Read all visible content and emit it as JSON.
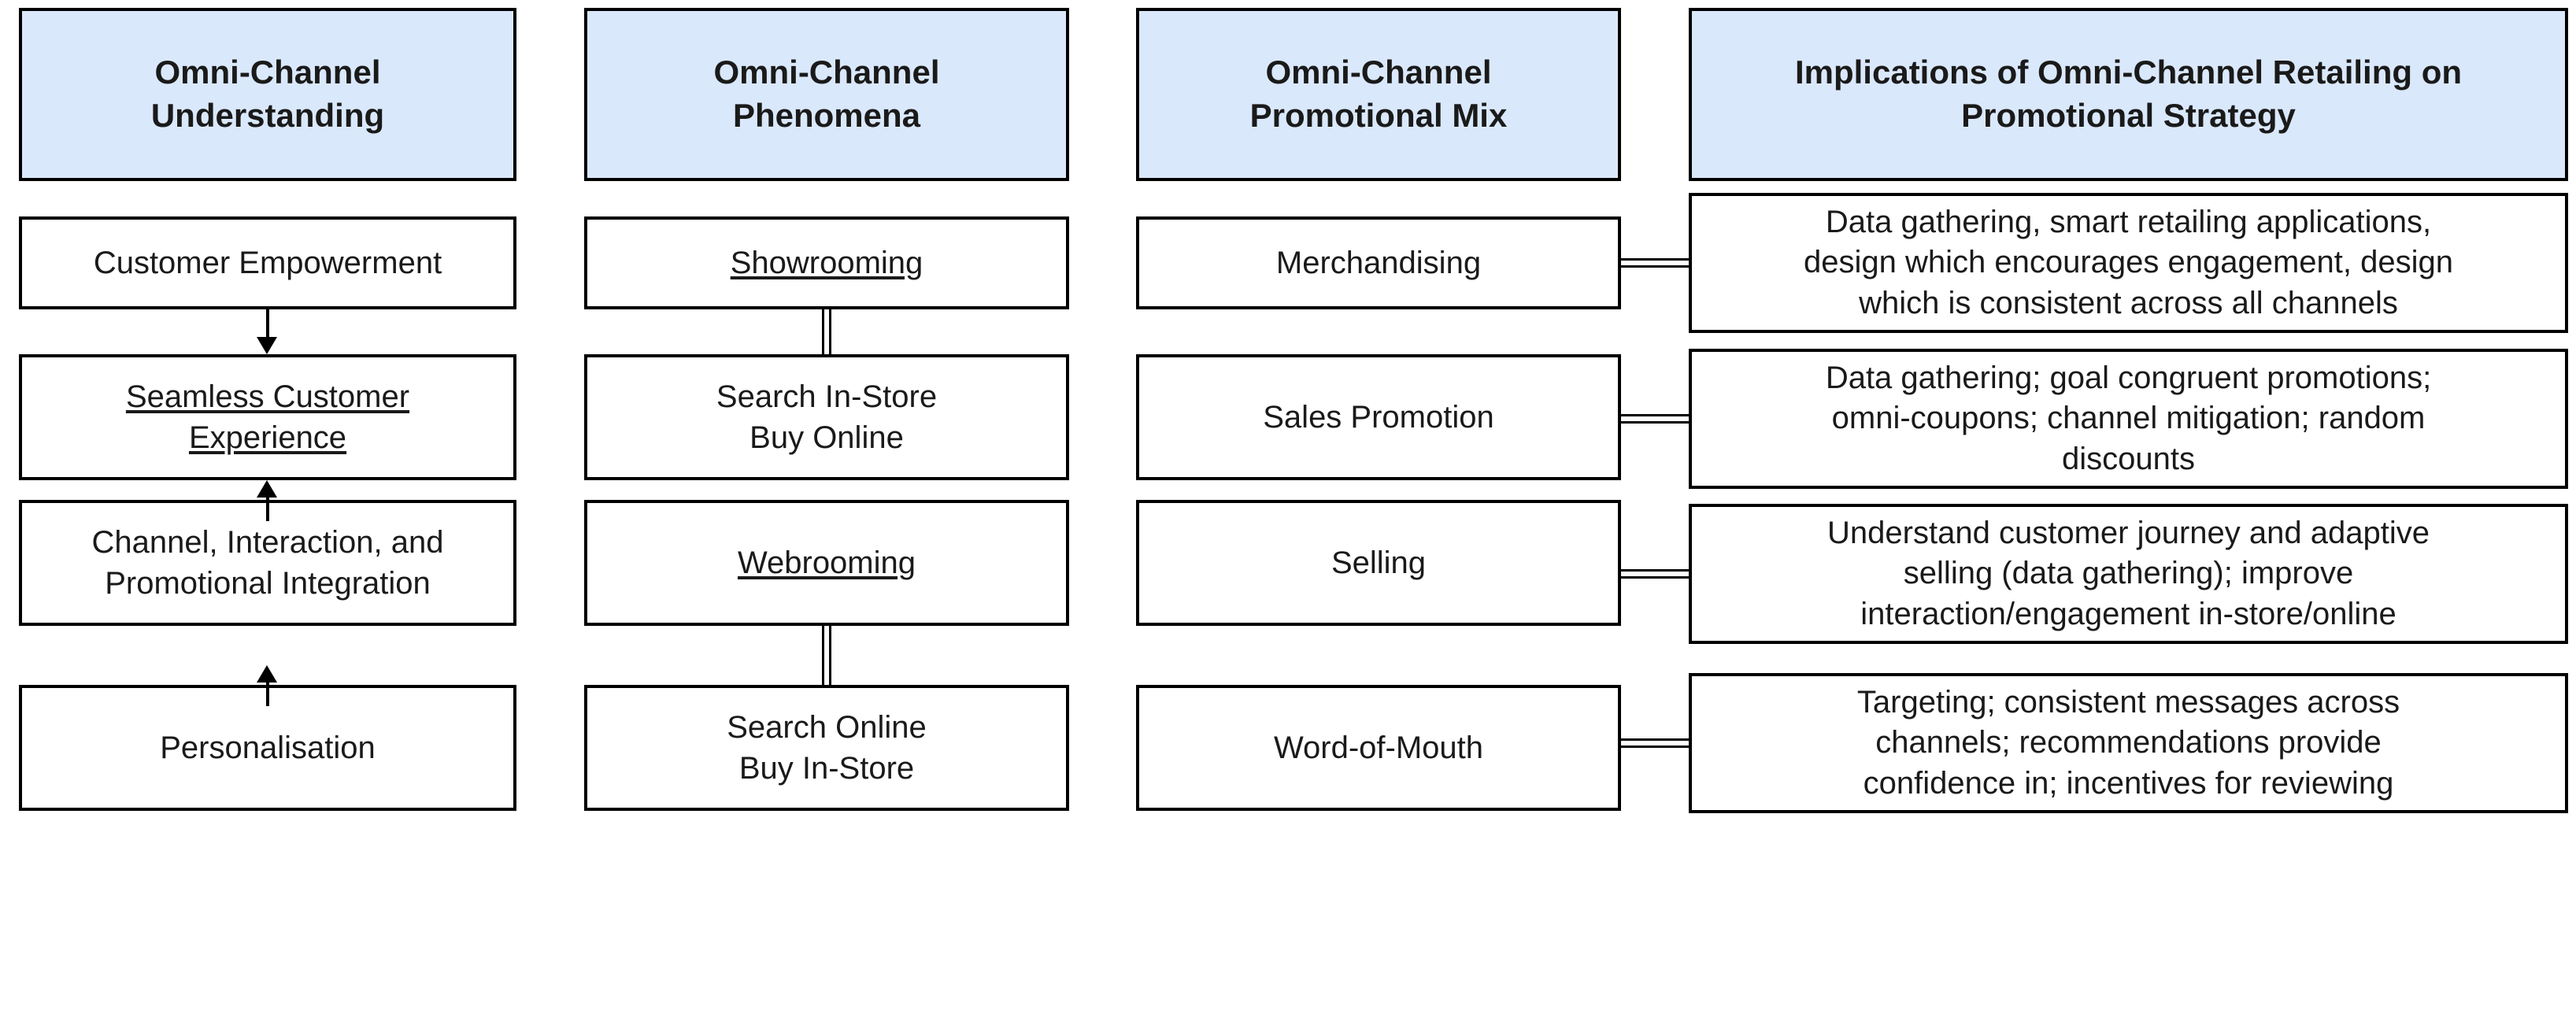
{
  "diagram": {
    "title_row": [
      {
        "label": "Omni-Channel\nUnderstanding"
      },
      {
        "label": "Omni-Channel\nPhenomena"
      },
      {
        "label": "Omni-Channel\nPromotional Mix"
      },
      {
        "label": "Implications of Omni-Channel Retailing on\nPromotional Strategy"
      }
    ],
    "column1": {
      "header": "Omni-Channel\nUnderstanding",
      "items": [
        {
          "label": "Customer Empowerment",
          "underlined": false
        },
        {
          "label": "Seamless Customer\nExperience",
          "underlined": true
        },
        {
          "label": "Channel, Interaction, and\nPromotional Integration",
          "underlined": false
        },
        {
          "label": "Personalisation",
          "underlined": false
        }
      ]
    },
    "column2": {
      "header": "Omni-Channel\nPhenomena",
      "items": [
        {
          "label": "Showrooming",
          "underlined": true
        },
        {
          "label": "Search In-Store\nBuy Online",
          "underlined": false
        },
        {
          "label": "Webrooming",
          "underlined": true
        },
        {
          "label": "Search Online\nBuy In-Store",
          "underlined": false
        }
      ]
    },
    "column3": {
      "header": "Omni-Channel\nPromotional Mix",
      "items": [
        {
          "label": "Merchandising",
          "underlined": false
        },
        {
          "label": "Sales Promotion",
          "underlined": false
        },
        {
          "label": "Selling",
          "underlined": false
        },
        {
          "label": "Word-of-Mouth",
          "underlined": false
        }
      ]
    },
    "column4": {
      "header": "Implications of Omni-Channel Retailing on\nPromotional Strategy",
      "items": [
        {
          "label": "Data gathering, smart retailing applications,\ndesign which encourages engagement, design\nwhich is consistent across all channels",
          "underlined": false
        },
        {
          "label": "Data gathering; goal congruent promotions;\nomni-coupons; channel mitigation; random\ndiscounts",
          "underlined": false
        },
        {
          "label": "Understand customer journey and adaptive\nselling (data gathering); improve\ninteraction/engagement in-store/online",
          "underlined": false
        },
        {
          "label": "Targeting; consistent messages across\nchannels; recommendations provide\nconfidence in; incentives for reviewing",
          "underlined": false
        }
      ]
    },
    "colors": {
      "header_fill": "#dae8fc",
      "box_fill": "#ffffff",
      "stroke": "#000000",
      "text": "#1a1a1a"
    }
  }
}
